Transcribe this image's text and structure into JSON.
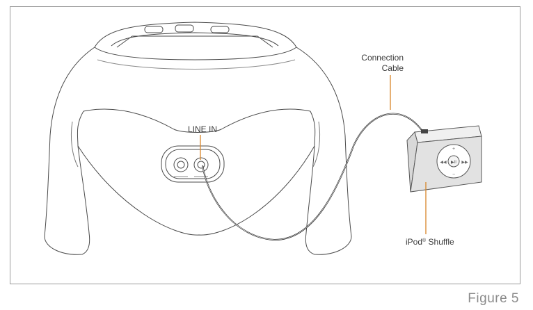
{
  "labels": {
    "connection_line1": "Connection",
    "connection_line2": "Cable",
    "line_in": "LINE IN",
    "ipod_name": "iPod",
    "ipod_reg": "®",
    "ipod_model": " Shuffle"
  },
  "figure_caption": "Figure 5",
  "colors": {
    "leader": "#d8862a",
    "outline": "#4a4a4a",
    "ipod_fill": "#e2e2e2"
  }
}
